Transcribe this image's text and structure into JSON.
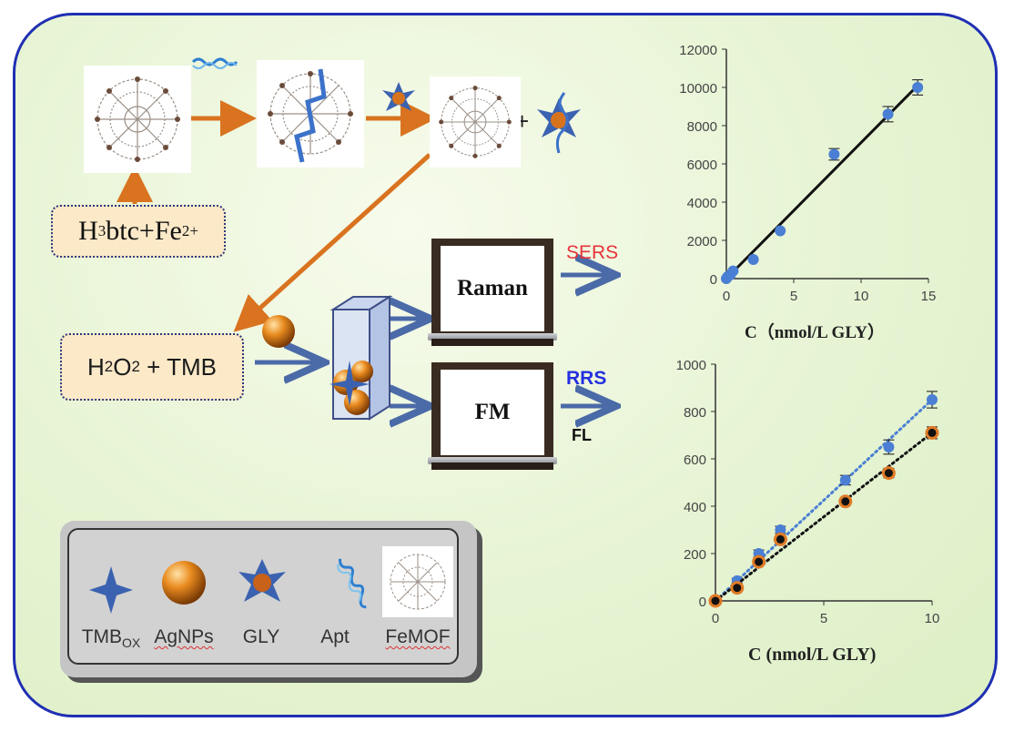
{
  "reagents": {
    "metal_precursor": {
      "base": "H",
      "sub1": "3",
      "mid": "btc+Fe",
      "sup": "2+"
    },
    "substrate": {
      "a": "H",
      "sub1": "2",
      "b": "O",
      "sub2": "2",
      "c": " + TMB"
    }
  },
  "instruments": {
    "top": {
      "screen": "Raman",
      "signal": "SERS"
    },
    "bottom": {
      "screen": "FM",
      "signal_1": "RRS",
      "signal_2": "FL"
    }
  },
  "legend": {
    "items": [
      {
        "label": "TMB",
        "sub": "OX",
        "icon": "four-point-star-icon"
      },
      {
        "label": "AgNPs",
        "icon": "gold-sphere-icon"
      },
      {
        "label": "GLY",
        "icon": "blue-star-orange-core-icon"
      },
      {
        "label": "Apt",
        "icon": "dna-strand-icon"
      },
      {
        "label": "FeMOF",
        "icon": "mof-framework-icon"
      }
    ]
  },
  "colors": {
    "border": "#1f2fb3",
    "arrow_orange": "#d9731f",
    "arrow_blue": "#4a6aa8",
    "sers": "#e8333a",
    "rrs": "#2430e0",
    "series_blue": "#4a7fd4",
    "series_black": "#111111",
    "orange_marker": "#e07b26"
  },
  "chart_data": [
    {
      "type": "scatter",
      "xlabel": "C（nmol/L GLY）",
      "ylabel": "",
      "xlim": [
        0,
        15
      ],
      "ylim": [
        0,
        12000
      ],
      "xticks": [
        0,
        5,
        10,
        15
      ],
      "yticks": [
        0,
        2000,
        4000,
        6000,
        8000,
        10000,
        12000
      ],
      "series": [
        {
          "x": [
            0,
            0.1,
            0.3,
            0.5,
            2,
            4,
            8,
            12,
            14.2
          ],
          "y": [
            0,
            100,
            200,
            400,
            1000,
            2500,
            6500,
            8600,
            10000
          ],
          "err": [
            0,
            0,
            0,
            0,
            0,
            0,
            300,
            400,
            400
          ],
          "fit": [
            [
              0,
              0
            ],
            [
              14.2,
              10100
            ]
          ],
          "marker_color": "#4a7fd4",
          "fit_color": "#111111"
        }
      ]
    },
    {
      "type": "scatter",
      "xlabel": "C (nmol/L GLY)",
      "ylabel": "",
      "xlim": [
        0,
        10
      ],
      "ylim": [
        0,
        1000
      ],
      "xticks": [
        0,
        5,
        10
      ],
      "yticks": [
        0,
        200,
        400,
        600,
        800,
        1000
      ],
      "series": [
        {
          "x": [
            0,
            1,
            2,
            3,
            6,
            8,
            10
          ],
          "y": [
            0,
            85,
            200,
            300,
            510,
            650,
            850
          ],
          "err": [
            0,
            10,
            15,
            15,
            20,
            30,
            35
          ],
          "fit": [
            [
              0,
              0
            ],
            [
              10,
              850
            ]
          ],
          "marker_color": "#4a7fd4",
          "fit_color": "#4a7fd4"
        },
        {
          "x": [
            0,
            1,
            2,
            3,
            6,
            8,
            10
          ],
          "y": [
            0,
            55,
            165,
            260,
            420,
            540,
            710
          ],
          "err": [
            0,
            10,
            10,
            15,
            15,
            20,
            25
          ],
          "fit": [
            [
              0,
              0
            ],
            [
              10,
              710
            ]
          ],
          "marker_color": "#111111",
          "fit_color": "#111111"
        }
      ]
    }
  ]
}
